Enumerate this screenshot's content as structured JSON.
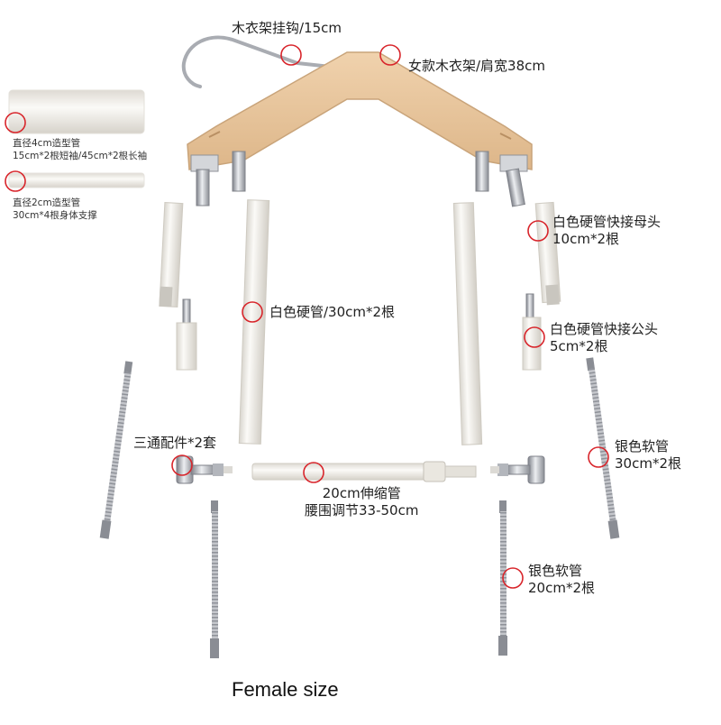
{
  "labels": {
    "hook": "木衣架挂钩/15cm",
    "hanger": "女款木衣架/肩宽38cm",
    "tube4cm_line1": "直径4cm造型管",
    "tube4cm_line2": "15cm*2根短袖/45cm*2根长袖",
    "tube2cm_line1": "直径2cm造型管",
    "tube2cm_line2": "30cm*4根身体支撑",
    "female_connector_line1": "白色硬管快接母头",
    "female_connector_line2": "10cm*2根",
    "white_pipe": "白色硬管/30cm*2根",
    "male_connector_line1": "白色硬管快接公头",
    "male_connector_line2": "5cm*2根",
    "tee_fitting": "三通配件*2套",
    "silver_hose_30_line1": "银色软管",
    "silver_hose_30_line2": "30cm*2根",
    "telescopic_line1": "20cm伸缩管",
    "telescopic_line2": "腰围调节33-50cm",
    "silver_hose_20_line1": "银色软管",
    "silver_hose_20_line2": "20cm*2根"
  },
  "caption": "Female size",
  "colors": {
    "marker": "#d8252b",
    "wood": "#e9c79f",
    "wood_dark": "#c9a47a",
    "white_pipe": "#f3f1ec",
    "pipe_edge": "#cfcbc2",
    "chrome": "#b9bcc2"
  }
}
